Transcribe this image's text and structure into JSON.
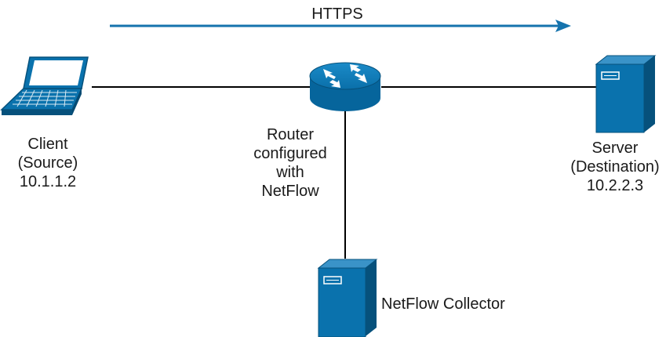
{
  "protocol_label": "HTTPS",
  "client": {
    "lines": [
      "Client",
      "(Source)",
      "10.1.1.2"
    ]
  },
  "router": {
    "lines": [
      "Router",
      "configured",
      "with",
      "NetFlow"
    ]
  },
  "server": {
    "lines": [
      "Server",
      "(Destination)",
      "10.2.2.3"
    ]
  },
  "collector": {
    "label": "NetFlow Collector"
  },
  "colors": {
    "device": "#0a72ad",
    "device_dark": "#06517c",
    "arrow": "#1573ad",
    "link": "#000000"
  }
}
